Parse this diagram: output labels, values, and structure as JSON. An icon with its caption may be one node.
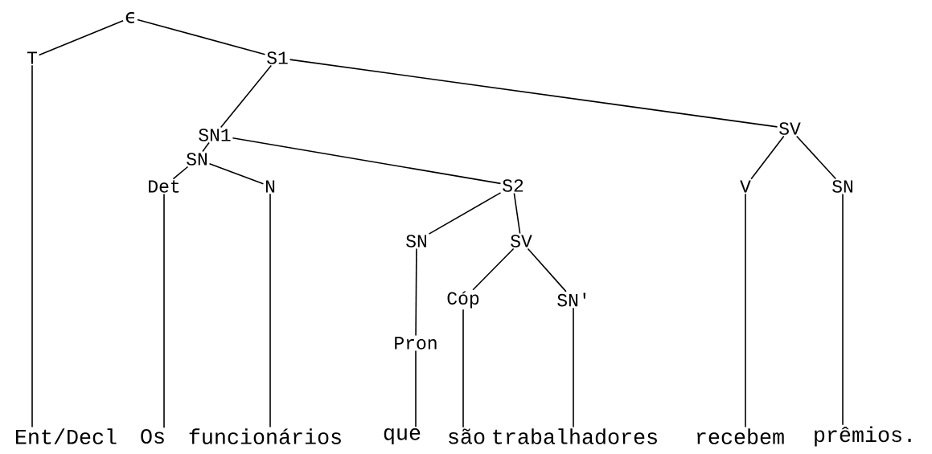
{
  "diagram": {
    "nodes": [
      {
        "text": [
          "ϵ"
        ]
      },
      {
        "text": [
          "T"
        ]
      },
      {
        "text": [
          "S1"
        ]
      },
      {
        "text": [
          "SN1"
        ]
      },
      {
        "text": [
          "SV"
        ]
      },
      {
        "text": [
          "SN"
        ]
      },
      {
        "text": [
          "Det"
        ]
      },
      {
        "text": [
          "N"
        ]
      },
      {
        "text": [
          "S2"
        ]
      },
      {
        "text": [
          "V"
        ]
      },
      {
        "text": [
          "SN"
        ]
      },
      {
        "text": [
          "SN"
        ]
      },
      {
        "text": [
          "SV"
        ]
      },
      {
        "text": [
          "Cóp"
        ]
      },
      {
        "text": [
          "SN'"
        ]
      },
      {
        "text": [
          "Pron"
        ]
      },
      {
        "text": [
          "Ent/Decl"
        ]
      },
      {
        "text": [
          "Os"
        ]
      },
      {
        "text": [
          "funcionários"
        ]
      },
      {
        "text": [
          "que"
        ]
      },
      {
        "text": [
          "são"
        ]
      },
      {
        "text": [
          "trabalhadores"
        ]
      },
      {
        "text": [
          "recebem"
        ]
      },
      {
        "text": [
          "prêmios."
        ]
      }
    ],
    "edges": [
      {
        "from": 0,
        "to": 1,
        "arrow": "none"
      },
      {
        "from": 0,
        "to": 2,
        "arrow": "none"
      },
      {
        "from": 2,
        "to": 3,
        "arrow": "none"
      },
      {
        "from": 2,
        "to": 4,
        "arrow": "none"
      },
      {
        "from": 3,
        "to": 5,
        "arrow": "none"
      },
      {
        "from": 3,
        "to": 8,
        "arrow": "none"
      },
      {
        "from": 5,
        "to": 6,
        "arrow": "none"
      },
      {
        "from": 5,
        "to": 7,
        "arrow": "none"
      },
      {
        "from": 4,
        "to": 9,
        "arrow": "none"
      },
      {
        "from": 4,
        "to": 10,
        "arrow": "none"
      },
      {
        "from": 8,
        "to": 11,
        "arrow": "none"
      },
      {
        "from": 8,
        "to": 12,
        "arrow": "none"
      },
      {
        "from": 12,
        "to": 13,
        "arrow": "none"
      },
      {
        "from": 12,
        "to": 14,
        "arrow": "none"
      },
      {
        "from": 11,
        "to": 15,
        "arrow": "none"
      },
      {
        "from": 1,
        "to": 16,
        "arrow": "none"
      },
      {
        "from": 6,
        "to": 17,
        "arrow": "none"
      },
      {
        "from": 7,
        "to": 18,
        "arrow": "none"
      },
      {
        "from": 15,
        "to": 19,
        "arrow": "none"
      },
      {
        "from": 13,
        "to": 20,
        "arrow": "none"
      },
      {
        "from": 14,
        "to": 21,
        "arrow": "none"
      },
      {
        "from": 9,
        "to": 22,
        "arrow": "none"
      },
      {
        "from": 10,
        "to": 23,
        "arrow": "none"
      }
    ]
  }
}
